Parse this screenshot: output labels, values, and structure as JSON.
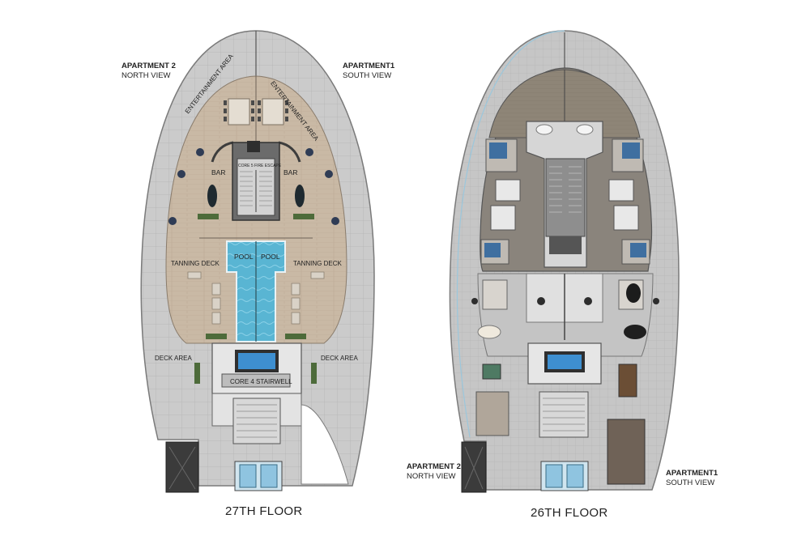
{
  "floor_27": {
    "title": "27TH FLOOR",
    "apartment_left": {
      "name": "APARTMENT 2",
      "view": "NORTH VIEW"
    },
    "apartment_right": {
      "name": "APARTMENT1",
      "view": "SOUTH VIEW"
    },
    "labels": {
      "entertainment_left": "ENTERTAINMENT AREA",
      "entertainment_right": "ENTERTAINMENT AREA",
      "core_escape": "CORE 5 FIRE ESCAPE",
      "bar_left": "BAR",
      "bar_right": "BAR",
      "pool_left": "POOL",
      "pool_right": "POOL",
      "tanning_left": "TANNING DECK",
      "tanning_right": "TANNING DECK",
      "deck_left": "DECK AREA",
      "deck_right": "DECK AREA",
      "core_stairwell": "CORE 4 STAIRWELL"
    }
  },
  "floor_26": {
    "title": "26TH FLOOR",
    "apartment_left": {
      "name": "APARTMENT 2",
      "view": "NORTH VIEW"
    },
    "apartment_right": {
      "name": "APARTMENT1",
      "view": "SOUTH VIEW"
    }
  },
  "colors": {
    "tile": "#c9c9c9",
    "tile_line": "#b3b3b3",
    "outline": "#7a7a7a",
    "wood": "#c8b8a4",
    "pool": "#4aa9c9",
    "pool_light": "#8fd3e8",
    "core_dark": "#3a3a3a",
    "wall": "#5c5c5c",
    "glass": "#9cc7dd",
    "interior": "#a9a39b"
  }
}
